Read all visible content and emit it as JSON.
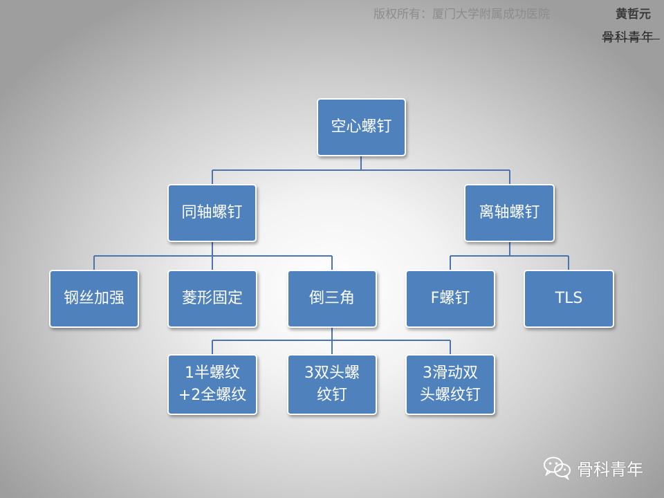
{
  "header": {
    "copyright": "版权所有：厦门大学附属成功医院",
    "author": "黄哲元",
    "logo_text": "骨科青年"
  },
  "diagram": {
    "root": "空心螺钉",
    "level1": [
      "同轴螺钉",
      "离轴螺钉"
    ],
    "level2_coaxial": [
      "钢丝加强",
      "菱形固定",
      "倒三角"
    ],
    "level2_offaxis": [
      "F螺钉",
      "TLS"
    ],
    "level3_inverted_triangle": [
      "1半螺纹\n+2全螺纹",
      "3双头螺\n纹钉",
      "3滑动双\n头螺纹钉"
    ]
  },
  "watermark": {
    "icon": "wechat-icon",
    "text": "骨科青年"
  },
  "colors": {
    "node_fill": "#4f81bd",
    "node_border": "#ffffff",
    "connector": "#4a74ad"
  }
}
